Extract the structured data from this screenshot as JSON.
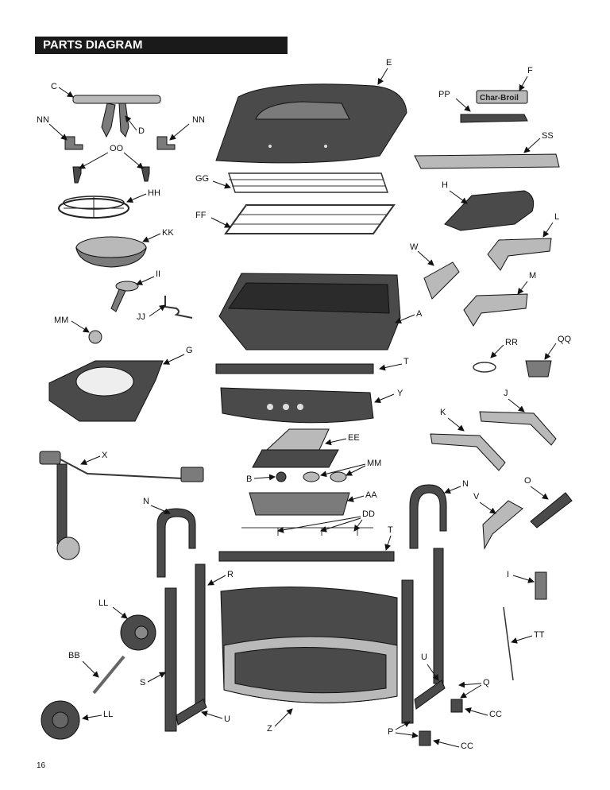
{
  "title": "PARTS DIAGRAM",
  "page_number": "16",
  "labels": {
    "A": "A",
    "B": "B",
    "C": "C",
    "D": "D",
    "E": "E",
    "F": "F",
    "G": "G",
    "H": "H",
    "I": "I",
    "J": "J",
    "K": "K",
    "L": "L",
    "M": "M",
    "N": "N",
    "O": "O",
    "P": "P",
    "Q": "Q",
    "R": "R",
    "S": "S",
    "T": "T",
    "U": "U",
    "V": "V",
    "W": "W",
    "X": "X",
    "Y": "Y",
    "Z": "Z",
    "AA": "AA",
    "BB": "BB",
    "CC": "CC",
    "DD": "DD",
    "EE": "EE",
    "FF": "FF",
    "GG": "GG",
    "HH": "HH",
    "II": "II",
    "JJ": "JJ",
    "KK": "KK",
    "LL": "LL",
    "MM": "MM",
    "NN": "NN",
    "OO": "OO",
    "PP": "PP",
    "QQ": "QQ",
    "RR": "RR",
    "SS": "SS",
    "TT": "TT"
  },
  "logo_text": "Char-Broil"
}
